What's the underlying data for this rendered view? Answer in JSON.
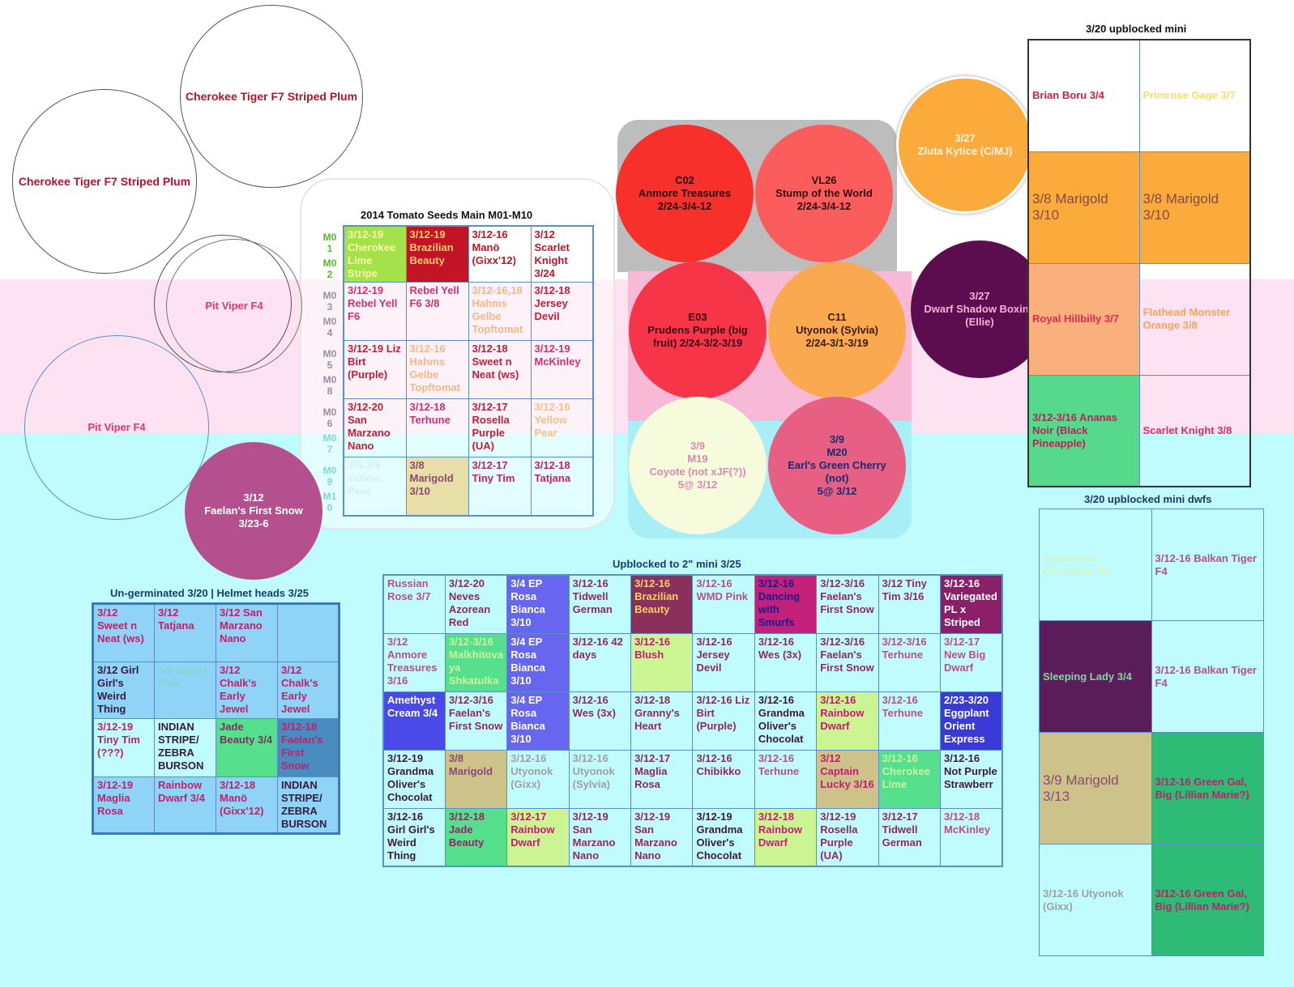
{
  "background": {
    "white": "#ffffff",
    "pink": "#fde3f2",
    "cyan": "#c0fcfd"
  },
  "labels": {
    "main": "2014 Tomato Seeds Main M01-M10",
    "upblocked_mini": "3/20 upblocked mini",
    "upblocked_dwfs": "3/20 upblocked mini dwfs",
    "upblocked_2in": "Upblocked to 2\" mini 3/25",
    "ungerminated": "Un-germinated 3/20 | Helmet heads 3/25"
  },
  "outline_circles": [
    {
      "text": "Cherokee Tiger F7 Striped Plum",
      "color": "#b5152b"
    },
    {
      "text": "Cherokee Tiger F7 Striped Plum",
      "color": "#b5152b"
    },
    {
      "text": "Pit Viper F4",
      "color": "#e8356a"
    },
    {
      "text": "Pit Viper F4",
      "color": "#e8356a"
    }
  ],
  "faelan_circle": {
    "lines": [
      "3/12",
      "Faelan's First Snow",
      "3/23-6"
    ],
    "bg": "#b5508f",
    "color": "#ffffff"
  },
  "main_row_labels": [
    "M0 1",
    "M0 2",
    "M0 3",
    "M0 4",
    "M0 5",
    "M0 8",
    "M0 6",
    "M0 7",
    "M0 9",
    "M1 0"
  ],
  "main_grid": [
    [
      {
        "t": "3/12-19 Cherokee Lime Stripe",
        "bg": "#a3e24a",
        "c": "#fff4a8"
      },
      {
        "t": "3/12-19 Brazilian Beauty",
        "bg": "#c21425",
        "c": "#f6cf6a"
      },
      {
        "t": "3/12-16 Manö (Gixx'12)",
        "bg": "#ffffff",
        "c": "#c21425"
      },
      {
        "t": "3/12 Scarlet Knight 3/24",
        "bg": "#ffffff",
        "c": "#c21425"
      }
    ],
    [
      {
        "t": "3/12-19 Rebel Yell F6",
        "bg": "",
        "c": "#d0316c"
      },
      {
        "t": "Rebel Yell F6 3/8",
        "bg": "",
        "c": "#d0316c"
      },
      {
        "t": "3/12-16,18 Hahms Gelbe Topftomat",
        "bg": "",
        "c": "#f4b78b"
      },
      {
        "t": "3/12-18 Jersey Devil",
        "bg": "",
        "c": "#c21f3a"
      }
    ],
    [
      {
        "t": "3/12-19 Liz Birt (Purple)",
        "bg": "",
        "c": "#c21f3a"
      },
      {
        "t": "3/12-16 Hahms Gelbe Topftomat",
        "bg": "",
        "c": "#f4b78b"
      },
      {
        "t": "3/12-18 Sweet n Neat (ws)",
        "bg": "",
        "c": "#c21f3a"
      },
      {
        "t": "3/12-19 McKinley",
        "bg": "",
        "c": "#d0316c"
      }
    ],
    [
      {
        "t": "3/12-20 San Marzano Nano",
        "bg": "",
        "c": "#c21f3a"
      },
      {
        "t": "3/12-18 Terhune",
        "bg": "",
        "c": "#d0316c"
      },
      {
        "t": "3/12-17 Rosella Purple (UA)",
        "bg": "",
        "c": "#c21f3a"
      },
      {
        "t": "3/12-16 Yellow Pear",
        "bg": "",
        "c": "#f4c18b"
      }
    ],
    [
      {
        "t": "3/5-3/8 Yellow Pear",
        "bg": "",
        "c": "#d8eef0"
      },
      {
        "t": "3/8 Marigold 3/10",
        "bg": "#e8dea8",
        "c": "#8a4b6e"
      },
      {
        "t": "3/12-17 Tiny Tim",
        "bg": "",
        "c": "#c2206a"
      },
      {
        "t": "3/12-18 Tatjana",
        "bg": "",
        "c": "#c2206a"
      }
    ]
  ],
  "center_circles": [
    {
      "lines": [
        "C02",
        "Anmore Treasures",
        "2/24-3/4-12"
      ],
      "bg": "#f8302c",
      "color": "#2b0a0a"
    },
    {
      "lines": [
        "VL26",
        "Stump of the World",
        "2/24-3/4-12"
      ],
      "bg": "#fa5d5b",
      "color": "#3a0a0a"
    },
    {
      "lines": [
        "E03",
        "Prudens Purple (big fruit) 2/24-3/2-3/19"
      ],
      "bg": "#f73548",
      "color": "#3a0a16"
    },
    {
      "lines": [
        "C11",
        "Utyonok (Sylvia)",
        "2/24-3/1-3/19"
      ],
      "bg": "#faa950",
      "color": "#3a1a0a"
    },
    {
      "lines": [
        "3/9",
        "M19",
        "Coyote (not xJF(?))",
        "5@ 3/12"
      ],
      "bg": "#f6fbdc",
      "color": "#d98ab0"
    },
    {
      "lines": [
        "3/9",
        "M20",
        "Earl's Green Cherry (not)",
        "5@ 3/12"
      ],
      "bg": "#e75f83",
      "color": "#1e2a6e"
    }
  ],
  "top_right_circles": [
    {
      "lines": [
        "3/27",
        "Zluta Kytice (C/MJ)"
      ],
      "bg": "#fbaa3c",
      "color": "#fff3dc"
    },
    {
      "lines": [
        "3/27",
        "Dwarf Shadow Boxing (Ellie)"
      ],
      "bg": "#5b0d50",
      "color": "#f3b2d5"
    }
  ],
  "mini_grid": [
    [
      {
        "t": "Brian Boru 3/4",
        "bg": "#ffffff",
        "c": "#d81f3a",
        "big": false
      },
      {
        "t": "Primrose Gage 3/7",
        "bg": "#ffffff",
        "c": "#f8df6a",
        "big": false
      }
    ],
    [
      {
        "t": "3/8 Marigold 3/10",
        "bg": "#fbaa3c",
        "c": "#8a4b3e",
        "big": true
      },
      {
        "t": "3/8 Marigold 3/10",
        "bg": "#fbaa3c",
        "c": "#8a4b3e",
        "big": true
      }
    ],
    [
      {
        "t": "Royal Hillbilly 3/7",
        "bg": "#f9b07c",
        "c": "#e8255a",
        "big": false
      },
      {
        "t": "Flathead Monster Orange 3/8",
        "bg": "",
        "c": "#f8a35c",
        "big": false
      }
    ],
    [
      {
        "t": "3/12-3/16 Ananas Noir (Black Pineapple)",
        "bg": "#56d98d",
        "c": "#c21f5a",
        "big": false
      },
      {
        "t": "Scarlet Knight 3/8",
        "bg": "",
        "c": "#d0316c",
        "big": false
      }
    ]
  ],
  "dwfs_grid": [
    [
      {
        "t": "Tasmanian Chocolate 3/4",
        "bg": "",
        "c": "#d4f4c0",
        "big": false
      },
      {
        "t": "3/12-16 Balkan Tiger F4",
        "bg": "",
        "c": "#b5508f",
        "big": false
      }
    ],
    [
      {
        "t": "Sleeping Lady 3/4",
        "bg": "#5b1d5a",
        "c": "#7ed8a0",
        "big": false
      },
      {
        "t": "3/12-16 Balkan Tiger F4",
        "bg": "",
        "c": "#b5508f",
        "big": false
      }
    ],
    [
      {
        "t": "3/9 Marigold 3/13",
        "bg": "#cdc38a",
        "c": "#8a4b6e",
        "big": true
      },
      {
        "t": "3/12-16 Green Gal, Big (Lillian Marie?)",
        "bg": "#2dbb75",
        "c": "#c2206a",
        "big": false
      }
    ],
    [
      {
        "t": "3/12-16 Utyonok (Gixx)",
        "bg": "",
        "c": "#a0a0a0",
        "big": false
      },
      {
        "t": "3/12-16 Green Gal, Big (Lillian Marie?)",
        "bg": "#2dbb75",
        "c": "#c2206a",
        "big": false
      }
    ]
  ],
  "upblocked_grid": [
    [
      {
        "t": "Russian Rose 3/7",
        "bg": "",
        "c": "#b5508f"
      },
      {
        "t": "3/12-20 Neves Azorean Red",
        "bg": "",
        "c": "#8a2b5e"
      },
      {
        "t": "3/4 EP Rosa Bianca 3/10",
        "bg": "#6666f0",
        "c": "#ffffff"
      },
      {
        "t": "3/12-16 Tidwell German",
        "bg": "",
        "c": "#8a2b5e"
      },
      {
        "t": "3/12-16 Brazilian Beauty",
        "bg": "#8b2f5c",
        "c": "#f6cf6a"
      },
      {
        "t": "3/12-16 WMD Pink",
        "bg": "",
        "c": "#b5508f"
      },
      {
        "t": "3/12-16 Dancing with Smurfs",
        "bg": "#c2207a",
        "c": "#1a1a8a"
      },
      {
        "t": "3/12-3/16 Faelan's First Snow",
        "bg": "",
        "c": "#8a2b5e"
      },
      {
        "t": "3/12 Tiny Tim 3/16",
        "bg": "",
        "c": "#8a2b5e"
      },
      {
        "t": "3/12-16 Variegated PL x Striped",
        "bg": "#8b1f6a",
        "c": "#ffffff"
      }
    ],
    [
      {
        "t": "3/12 Anmore Treasures 3/16",
        "bg": "",
        "c": "#b5508f"
      },
      {
        "t": "3/12-3/16 Malkhitovaya Shkatulka",
        "bg": "#56e08e",
        "c": "#c8f5a0"
      },
      {
        "t": "3/4 EP Rosa Bianca 3/10",
        "bg": "#6666f0",
        "c": "#ffffff"
      },
      {
        "t": "3/12-16 42 days",
        "bg": "",
        "c": "#8a2b5e"
      },
      {
        "t": "3/12-16 Blush",
        "bg": "#cbf593",
        "c": "#c2206a"
      },
      {
        "t": "3/12-16 Jersey Devil",
        "bg": "",
        "c": "#8a2b5e"
      },
      {
        "t": "3/12-16 Wes (3x)",
        "bg": "",
        "c": "#8a2b5e"
      },
      {
        "t": "3/12-3/16 Faelan's First Snow",
        "bg": "",
        "c": "#8a2b5e"
      },
      {
        "t": "3/12-3/16 Terhune",
        "bg": "",
        "c": "#b5508f"
      },
      {
        "t": "3/12-17 New Big Dwarf",
        "bg": "",
        "c": "#b5508f"
      }
    ],
    [
      {
        "t": "Amethyst Cream 3/4",
        "bg": "#4a4ae8",
        "c": "#ffffff"
      },
      {
        "t": "3/12-3/16 Faelan's First Snow",
        "bg": "",
        "c": "#8a2b5e"
      },
      {
        "t": "3/4 EP Rosa Bianca 3/10",
        "bg": "#6666f0",
        "c": "#ffffff"
      },
      {
        "t": "3/12-16 Wes (3x)",
        "bg": "",
        "c": "#8a2b5e"
      },
      {
        "t": "3/12-18 Granny's Heart",
        "bg": "",
        "c": "#8a2b5e"
      },
      {
        "t": "3/12-16 Liz Birt (Purple)",
        "bg": "",
        "c": "#8a2b5e"
      },
      {
        "t": "3/12-16 Grandma Oliver's Chocolat",
        "bg": "",
        "c": "#3a1a3a"
      },
      {
        "t": "3/12-16 Rainbow Dwarf",
        "bg": "#cbf593",
        "c": "#c2206a"
      },
      {
        "t": "3/12-16 Terhune",
        "bg": "",
        "c": "#b5508f"
      },
      {
        "t": "2/23-3/20 Eggplant Orient Express",
        "bg": "#3a3ad8",
        "c": "#ffffff"
      }
    ],
    [
      {
        "t": "3/12-19 Grandma Oliver's Chocolat",
        "bg": "",
        "c": "#3a1a3a"
      },
      {
        "t": "3/8 Marigold",
        "bg": "#cdc38a",
        "c": "#8a4b6e"
      },
      {
        "t": "3/12-16 Utyonok (Gixx)",
        "bg": "",
        "c": "#a0a0a0"
      },
      {
        "t": "3/12-16 Utyonok (Sylvia)",
        "bg": "",
        "c": "#a0a0a0"
      },
      {
        "t": "3/12-17 Maglia Rosa",
        "bg": "",
        "c": "#8a2b5e"
      },
      {
        "t": "3/12-16 Chibikko",
        "bg": "",
        "c": "#8a2b5e"
      },
      {
        "t": "3/12-16 Terhune",
        "bg": "",
        "c": "#b5508f"
      },
      {
        "t": "3/12 Captain Lucky 3/16",
        "bg": "#cdc38a",
        "c": "#c2206a"
      },
      {
        "t": "3/12-16 Cherokee Lime",
        "bg": "#56e08e",
        "c": "#c8f5a0"
      },
      {
        "t": "3/12-16 Not Purple Strawberr",
        "bg": "",
        "c": "#3a1a3a"
      }
    ],
    [
      {
        "t": "3/12-16 Girl Girl's Weird Thing",
        "bg": "",
        "c": "#3a1a3a"
      },
      {
        "t": "3/12-18 Jade Beauty",
        "bg": "#56e08e",
        "c": "#8a2b5e"
      },
      {
        "t": "3/12-17 Rainbow Dwarf",
        "bg": "#cbf593",
        "c": "#c2206a"
      },
      {
        "t": "3/12-19 San Marzano Nano",
        "bg": "",
        "c": "#8a2b5e"
      },
      {
        "t": "3/12-19 San Marzano Nano",
        "bg": "",
        "c": "#8a2b5e"
      },
      {
        "t": "3/12-19 Grandma Oliver's Chocolat",
        "bg": "",
        "c": "#3a1a3a"
      },
      {
        "t": "3/12-18 Rainbow Dwarf",
        "bg": "#cbf593",
        "c": "#c2206a"
      },
      {
        "t": "3/12-19 Rosella Purple (UA)",
        "bg": "",
        "c": "#8a2b5e"
      },
      {
        "t": "3/12-17 Tidwell German",
        "bg": "",
        "c": "#8a2b5e"
      },
      {
        "t": "3/12-18 McKinley",
        "bg": "",
        "c": "#b5508f"
      }
    ]
  ],
  "ungerminated_grid": [
    [
      {
        "t": "3/12 Sweet n Neat (ws)",
        "bg": "",
        "c": "#c2206a"
      },
      {
        "t": "3/12 Tatjana",
        "bg": "",
        "c": "#c2206a"
      },
      {
        "t": "3/12 San Marzano Nano",
        "bg": "",
        "c": "#c2206a"
      },
      {
        "t": "",
        "bg": "",
        "c": "#c2206a"
      }
    ],
    [
      {
        "t": "3/12 Girl Girl's Weird Thing",
        "bg": "",
        "c": "#3a1a3a"
      },
      {
        "t": "3/8 Beaux Pink",
        "bg": "",
        "c": "#7ed8d0"
      },
      {
        "t": "3/12 Chalk's Early Jewel",
        "bg": "",
        "c": "#c2206a"
      },
      {
        "t": "3/12 Chalk's Early Jewel",
        "bg": "",
        "c": "#c2206a"
      }
    ],
    [
      {
        "t": "3/12-19 Tiny Tim (???)",
        "bg": "#c0fcfd",
        "c": "#c2206a"
      },
      {
        "t": "INDIAN STRIPE/ ZEBRA BURSON",
        "bg": "#c0fcfd",
        "c": "#3a1a3a"
      },
      {
        "t": "Jade Beauty 3/4",
        "bg": "#56e08e",
        "c": "#8a2b5e"
      },
      {
        "t": "3/12-18 Faelan's First Snow",
        "bg": "#4a8cc0",
        "c": "#c2206a"
      }
    ],
    [
      {
        "t": "3/12-19 Maglia Rosa",
        "bg": "",
        "c": "#c2206a"
      },
      {
        "t": "Rainbow Dwarf 3/4",
        "bg": "",
        "c": "#c2206a"
      },
      {
        "t": "3/12-18 Manö (Gixx'12)",
        "bg": "",
        "c": "#c2206a"
      },
      {
        "t": "INDIAN STRIPE/ ZEBRA BURSON",
        "bg": "",
        "c": "#3a1a3a"
      }
    ]
  ]
}
